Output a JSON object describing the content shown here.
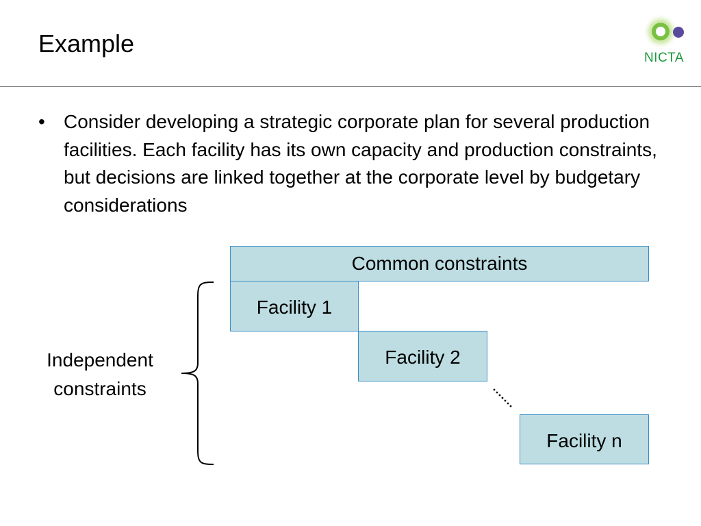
{
  "slide": {
    "title": "Example",
    "logo": {
      "text": "NICTA",
      "icon": "nicta-logo-icon",
      "colors": {
        "green": "#7ac143",
        "purple": "#5a4a9c",
        "text": "#1a9a3c"
      }
    },
    "bullets": [
      {
        "marker": "•",
        "text": "Consider developing a strategic corporate plan for several production facilities. Each facility has its own capacity and production constraints, but decisions are linked together at the corporate level by budgetary considerations"
      }
    ]
  },
  "diagram": {
    "box_fill": "#bddde2",
    "box_border": "#3c8fc4",
    "common_constraints": "Common constraints",
    "facilities": [
      "Facility 1",
      "Facility 2",
      "Facility n"
    ],
    "independent_label_line1": "Independent",
    "independent_label_line2": "constraints",
    "ellipsis_icon": "diagonal-dots-icon",
    "brace_icon": "curly-brace-icon"
  }
}
